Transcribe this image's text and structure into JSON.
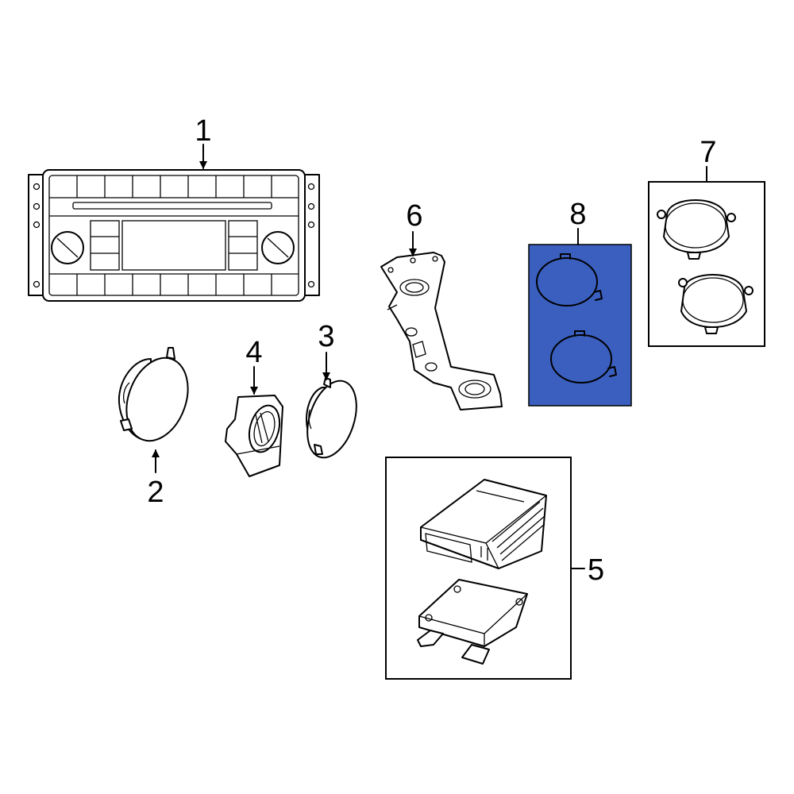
{
  "diagram": {
    "highlight_color": "#3a5fbf",
    "callouts": [
      {
        "id": "1",
        "label": "1",
        "part": "radio-head-unit"
      },
      {
        "id": "2",
        "label": "2",
        "part": "front-door-speaker"
      },
      {
        "id": "3",
        "label": "3",
        "part": "instrument-panel-speaker"
      },
      {
        "id": "4",
        "label": "4",
        "part": "speaker-bracket"
      },
      {
        "id": "5",
        "label": "5",
        "part": "amplifier-module-group"
      },
      {
        "id": "6",
        "label": "6",
        "part": "mounting-bracket"
      },
      {
        "id": "7",
        "label": "7",
        "part": "rear-speaker-pair"
      },
      {
        "id": "8",
        "label": "8",
        "part": "speaker-pair-highlighted"
      }
    ]
  }
}
